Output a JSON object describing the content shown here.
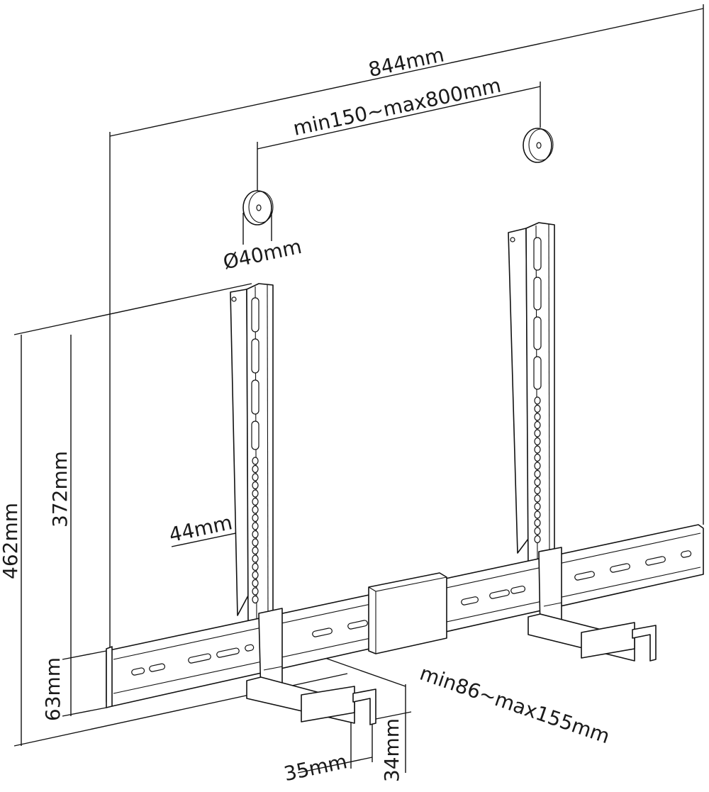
{
  "dimensions": {
    "overall_width": "844mm",
    "pitch": "min150~max800mm",
    "washer_diameter": "Ø40mm",
    "arm_width": "44mm",
    "total_height": "462mm",
    "column_height": "372mm",
    "bar_height": "63mm",
    "shelf_depth": "min86~max155mm",
    "lip_width": "35mm",
    "lip_height": "34mm"
  }
}
